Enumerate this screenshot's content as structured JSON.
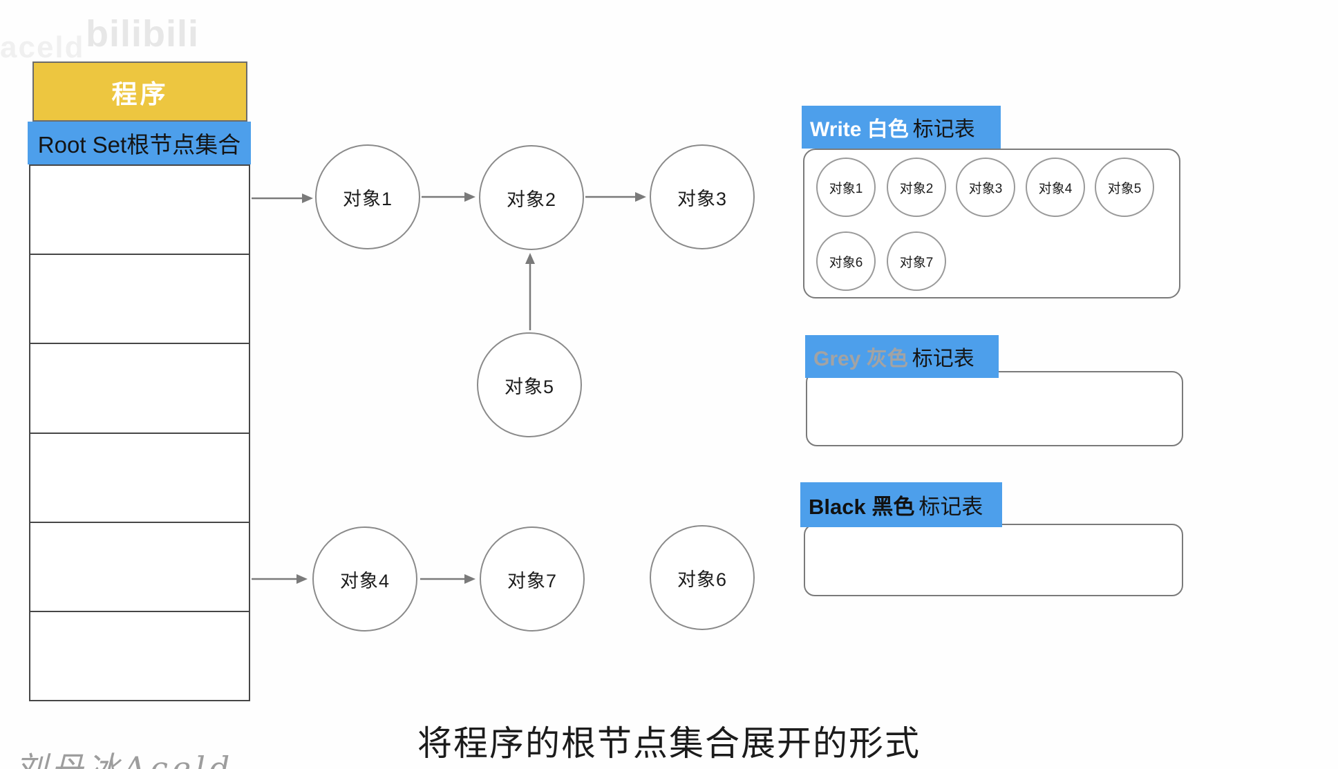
{
  "watermarks": {
    "top_left_text": "aceld",
    "logo": "bilibili",
    "bottom_left": "刘丹冰Aceld"
  },
  "program_stack": {
    "header": "程序",
    "root_set_label": "Root Set根节点集合",
    "empty_rows": 6
  },
  "graph": {
    "nodes": [
      {
        "label": "对象1"
      },
      {
        "label": "对象2"
      },
      {
        "label": "对象3"
      },
      {
        "label": "对象5"
      },
      {
        "label": "对象4"
      },
      {
        "label": "对象7"
      },
      {
        "label": "对象6"
      }
    ],
    "edges": [
      {
        "from": "RootSet",
        "to": "对象1"
      },
      {
        "from": "对象1",
        "to": "对象2"
      },
      {
        "from": "对象2",
        "to": "对象3"
      },
      {
        "from": "对象5",
        "to": "对象2"
      },
      {
        "from": "RootSet",
        "to": "对象4"
      },
      {
        "from": "对象4",
        "to": "对象7"
      }
    ]
  },
  "mark_tables": [
    {
      "id": "white",
      "title_colored": "Write 白色",
      "title_rest": "标记表",
      "title_color": "#ffffff",
      "items": [
        "对象1",
        "对象2",
        "对象3",
        "对象4",
        "对象5",
        "对象6",
        "对象7"
      ]
    },
    {
      "id": "grey",
      "title_colored": "Grey 灰色",
      "title_rest": "标记表",
      "title_color": "#a3a3a3",
      "items": []
    },
    {
      "id": "black",
      "title_colored": "Black 黑色",
      "title_rest": "标记表",
      "title_color": "#111111",
      "items": []
    }
  ],
  "caption": {
    "text": "将程序的根节点集合展开的形式"
  },
  "colors": {
    "accent_blue": "#4D9FEB",
    "accent_yellow": "#EDC640",
    "table_border": "#464646",
    "circle_border": "#8a8a8a",
    "arrow": "#7a7a7a"
  }
}
